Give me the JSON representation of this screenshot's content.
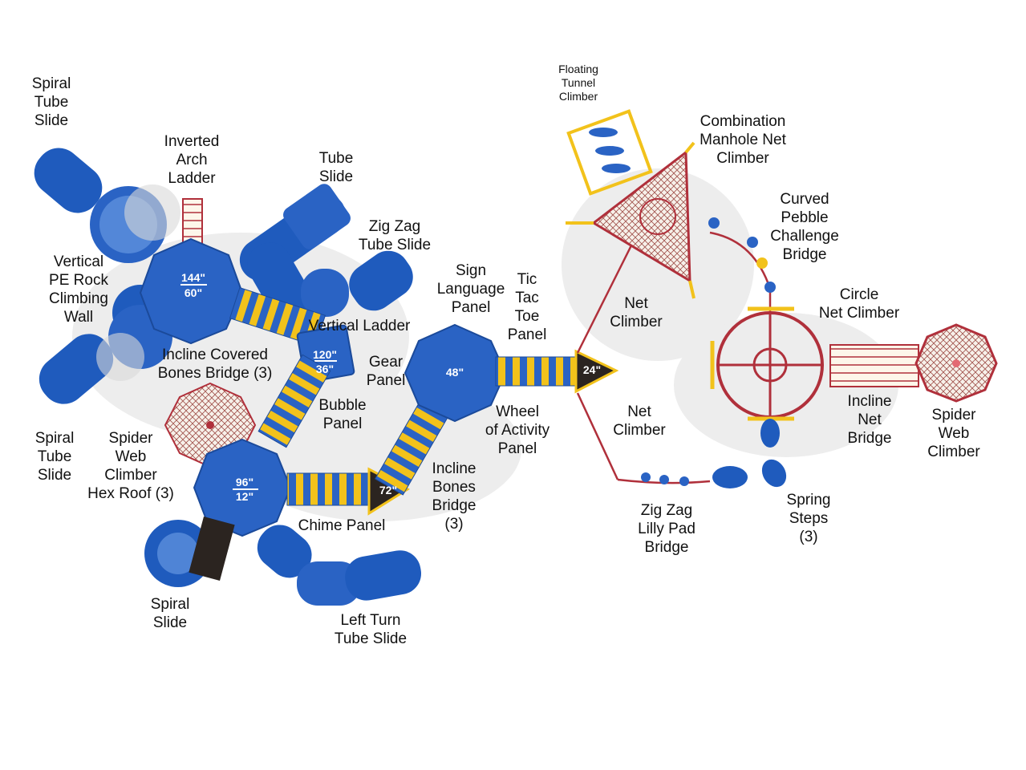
{
  "labels": {
    "spiral_tube_slide_top": "Spiral\nTube\nSlide",
    "inverted_arch_ladder": "Inverted\nArch\nLadder",
    "tube_slide": "Tube\nSlide",
    "zig_zag_tube_slide": "Zig Zag\nTube Slide",
    "vertical_pe_rock": "Vertical\nPE Rock\nClimbing\nWall",
    "vertical_ladder": "Vertical Ladder",
    "incline_covered_bones": "Incline Covered\nBones Bridge (3)",
    "bubble_panel": "Bubble\nPanel",
    "spiral_tube_slide_bottom": "Spiral\nTube\nSlide",
    "spider_web_hex_roof": "Spider\nWeb\nClimber\nHex Roof (3)",
    "chime_panel": "Chime Panel",
    "spiral_slide": "Spiral\nSlide",
    "left_turn_tube_slide": "Left Turn\nTube Slide",
    "sign_language_panel": "Sign\nLanguage\nPanel",
    "tic_tac_toe_panel": "Tic\nTac\nToe\nPanel",
    "gear_panel": "Gear\nPanel",
    "wheel_of_activity": "Wheel\nof Activity\nPanel",
    "incline_bones_bridge": "Incline\nBones\nBridge\n(3)",
    "floating_tunnel_climber": "Floating\nTunnel\nClimber",
    "combination_manhole": "Combination\nManhole Net\nClimber",
    "curved_pebble": "Curved\nPebble\nChallenge\nBridge",
    "net_climber_top": "Net\nClimber",
    "circle_net_climber": "Circle\nNet Climber",
    "net_climber_bottom": "Net\nClimber",
    "incline_net_bridge": "Incline\nNet\nBridge",
    "spider_web_climber": "Spider\nWeb\nClimber",
    "zig_zag_lilly_pad": "Zig Zag\nLilly Pad\nBridge",
    "spring_steps": "Spring\nSteps\n(3)"
  },
  "decks": {
    "deck_a_top": "144\"",
    "deck_a_bottom": "60\"",
    "deck_b_top": "120\"",
    "deck_b_bottom": "36\"",
    "deck_c_top": "96\"",
    "deck_c_bottom": "12\"",
    "deck_d": "48\"",
    "deck_e": "72\"",
    "deck_f": "24\""
  },
  "colors": {
    "deck_blue": "#2a63c4",
    "slide_blue": "#1f5bbd",
    "accent_yellow": "#f2c21b",
    "frame_red": "#b0303b",
    "landing_dark": "#2b2420"
  }
}
